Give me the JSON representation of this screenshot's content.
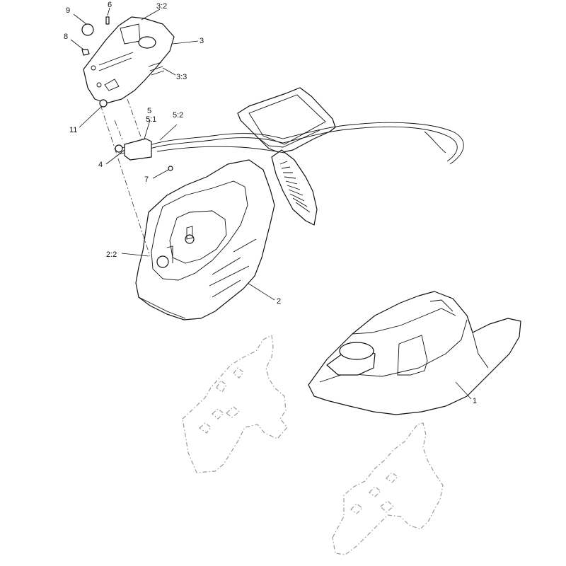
{
  "callouts": {
    "c9": "9",
    "c6": "6",
    "c3_2": "3:2",
    "c3": "3",
    "c8": "8",
    "c3_3": "3:3",
    "c11": "11",
    "c5": "5",
    "c5_1": "5:1",
    "c5_2": "5:2",
    "c4": "4",
    "c7": "7",
    "c2_2": "2:2",
    "c2": "2",
    "c1": "1"
  },
  "colors": {
    "line": "#111111",
    "ghost": "#9a9a9a",
    "background": "#ffffff"
  }
}
